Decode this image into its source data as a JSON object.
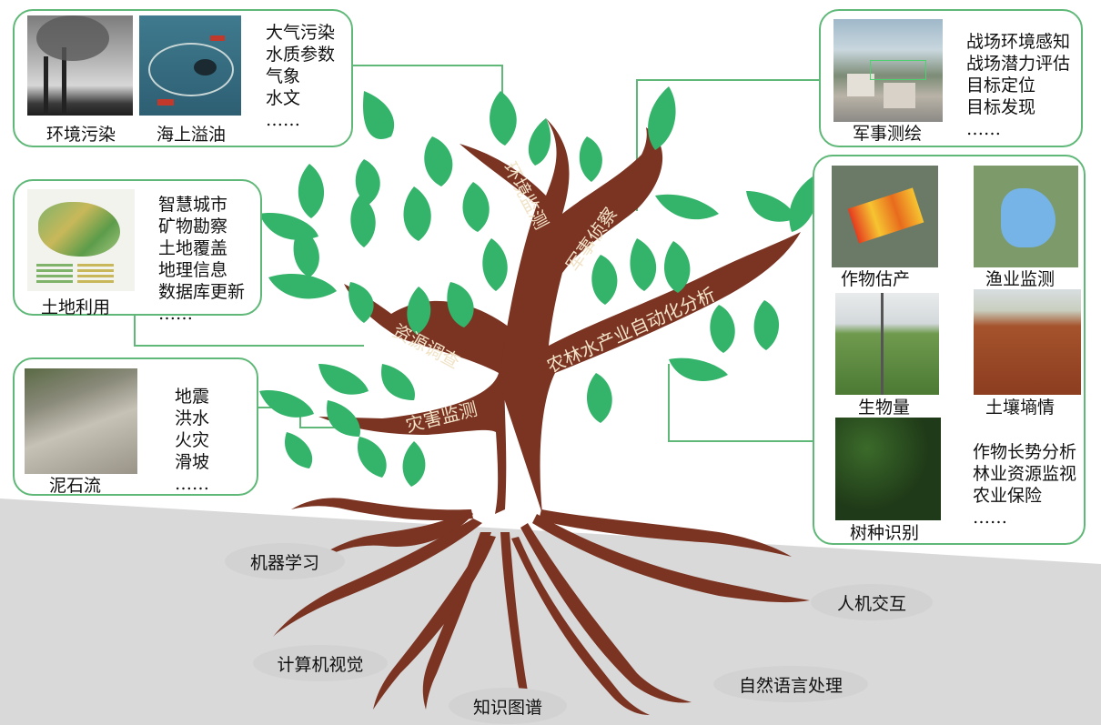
{
  "boxes": {
    "env": {
      "pic1_caption": "环境污染",
      "pic2_caption": "海上溢油",
      "items": [
        "大气污染",
        "水质参数",
        "气象",
        "水文",
        "……"
      ]
    },
    "military": {
      "pic_caption": "军事测绘",
      "items": [
        "战场环境感知",
        "战场潜力评估",
        "目标定位",
        "目标发现",
        "……"
      ]
    },
    "land": {
      "pic_caption": "土地利用",
      "items": [
        "智慧城市",
        "矿物勘察",
        "土地覆盖",
        "地理信息",
        "数据库更新",
        "……"
      ]
    },
    "disaster": {
      "pic_caption": "泥石流",
      "items": [
        "地震",
        "洪水",
        "火灾",
        "滑坡",
        "……"
      ]
    },
    "agri": {
      "captions": [
        "作物估产",
        "渔业监测",
        "生物量",
        "土壤墒情",
        "树种识别"
      ],
      "items": [
        "作物长势分析",
        "林业资源监视",
        "农业保险",
        "……"
      ]
    }
  },
  "branches": {
    "env": "环境监测",
    "military": "军事侦察",
    "resource": "资源调查",
    "agri": "农林水产业自动化分析",
    "disaster": "灾害监测"
  },
  "roots": [
    "机器学习",
    "人机交互",
    "计算机视觉",
    "自然语言处理",
    "知识图谱"
  ],
  "colors": {
    "leaf": "#34b36a",
    "trunk": "#7b3322",
    "frame": "#5fb878",
    "ground": "#d9d9d9",
    "tag": "#d2d2d2"
  }
}
